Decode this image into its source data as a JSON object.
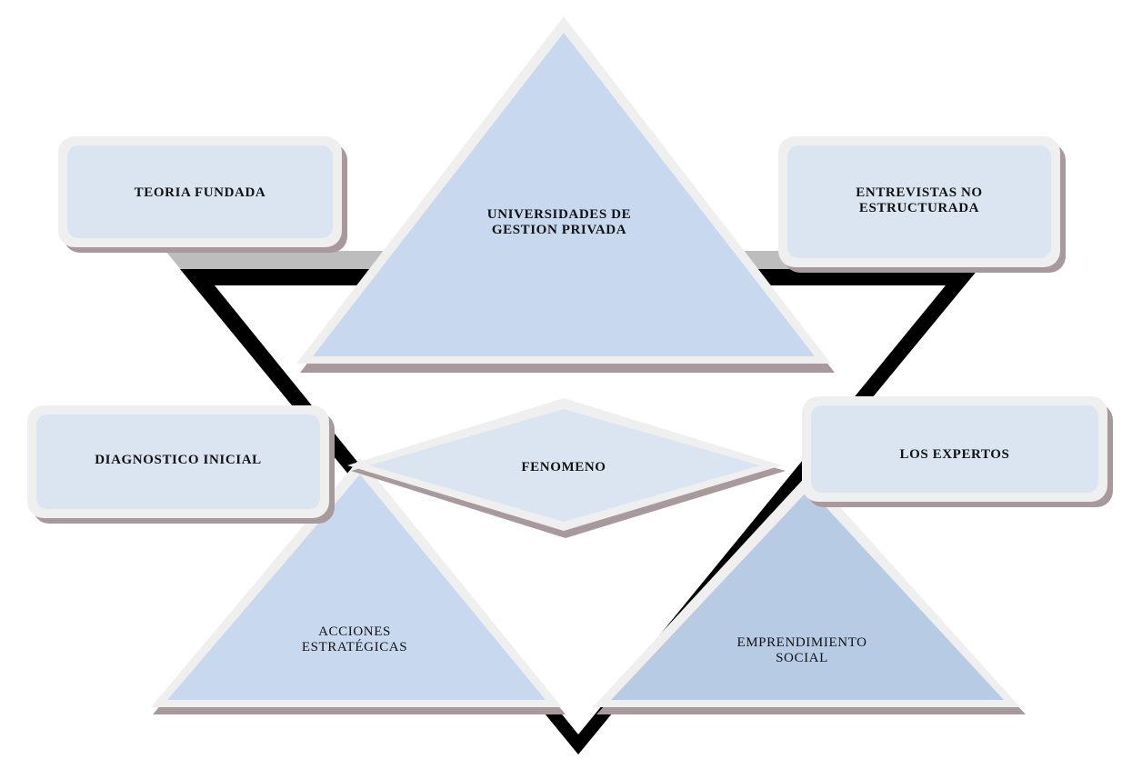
{
  "diagram": {
    "nodes": {
      "teoria": "TEORIA  FUNDADA",
      "universidades": "UNIVERSIDADES     DE\nGESTION PRIVADA",
      "entrevistas": "ENTREVISTAS NO\nESTRUCTURADA",
      "diagnostico": "DIAGNOSTICO INICIAL",
      "fenomeno": "FENOMENO",
      "expertos": "LOS EXPERTOS",
      "acciones": "ACCIONES\nESTRATÉGICAS",
      "emprendimiento": "EMPRENDIMIENTO\nSOCIAL"
    },
    "colors": {
      "triangle_fill": "#c7d8ef",
      "triangle_fill_dark": "#b8cbe4",
      "box_fill": "#dbe5f1",
      "border": "#efefef",
      "shadow": "#a89a9c",
      "frame": "#000000"
    }
  }
}
